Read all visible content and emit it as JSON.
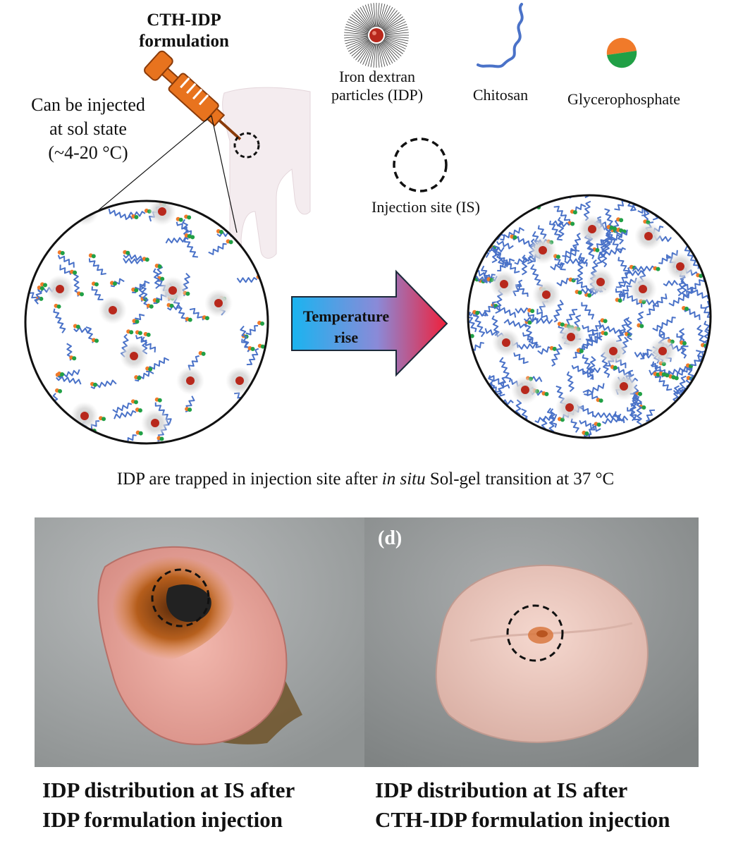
{
  "formulation": {
    "line1": "CTH-IDP",
    "line2": "formulation"
  },
  "injection_note": {
    "line1": "Can be injected",
    "line2": "at sol state",
    "line3": "(~4-20 °C)"
  },
  "legend": {
    "idp_line1": "Iron dextran",
    "idp_line2": "particles (IDP)",
    "chitosan": "Chitosan",
    "glycerophosphate": "Glycerophosphate",
    "injection_site": "Injection site (IS)"
  },
  "arrow": {
    "line1": "Temperature",
    "line2": "rise"
  },
  "caption": {
    "before": "IDP are trapped in injection site after ",
    "italic": "in situ",
    "after": " Sol-gel transition at 37 °C"
  },
  "photo_right_label": "(d)",
  "bottom_left": {
    "line1": "IDP distribution at IS after",
    "line2": "IDP formulation injection"
  },
  "bottom_right": {
    "line1": "IDP distribution at IS after",
    "line2": "CTH-IDP formulation injection"
  },
  "colors": {
    "chitosan": "#4a72c8",
    "particle_core": "#b8281c",
    "gp_orange": "#f07a2a",
    "gp_green": "#21a046",
    "syringe": "#e8731e",
    "arrow_start": "#1ab4f0",
    "arrow_end": "#f0203a"
  }
}
